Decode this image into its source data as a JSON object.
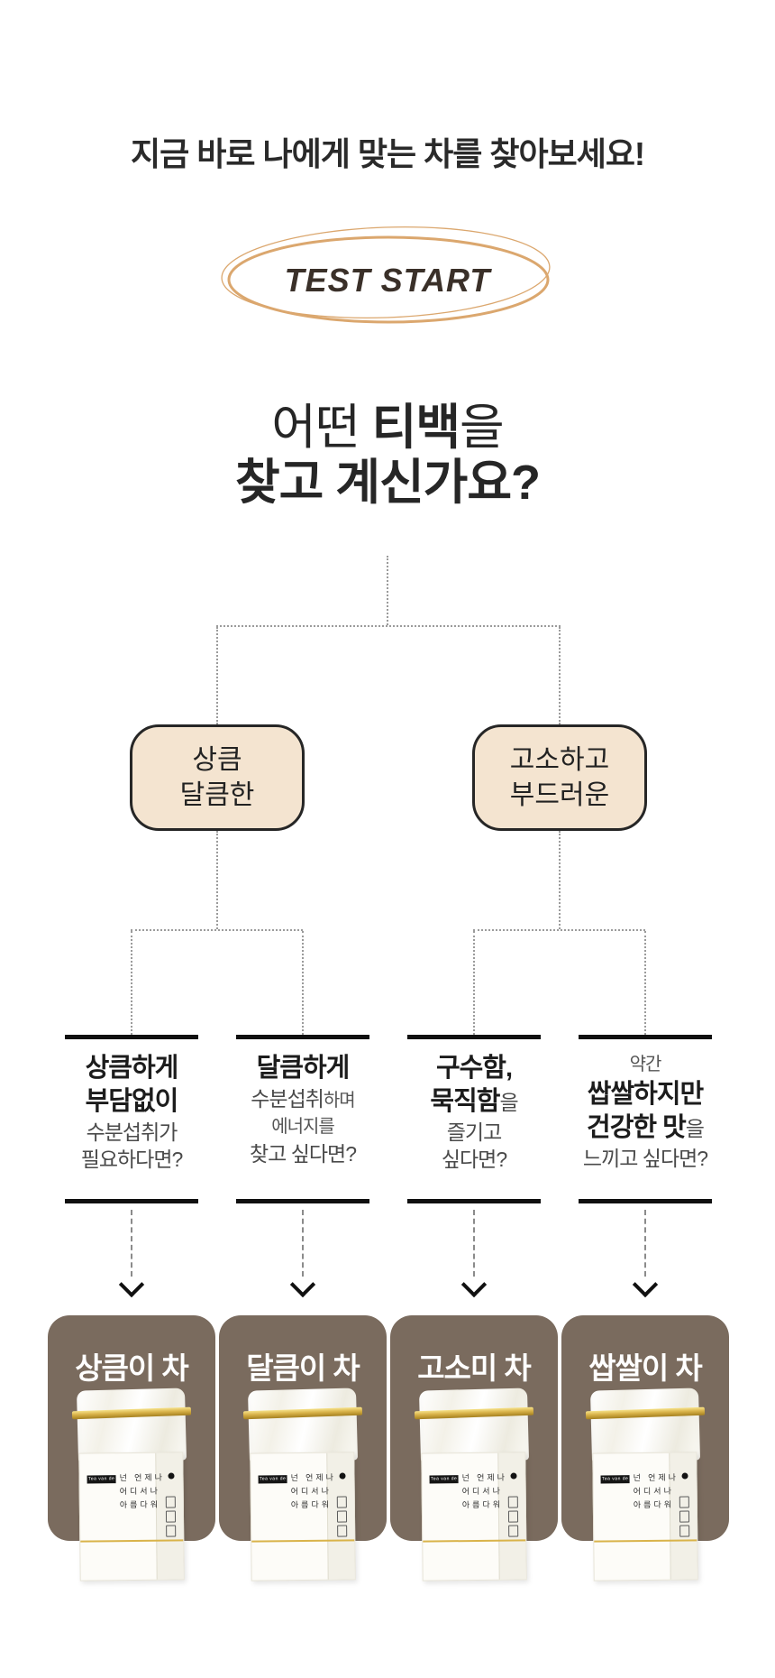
{
  "header": {
    "title": "지금 바로 나에게 맞는 차를 찾아보세요!",
    "start_button_label": "TEST START"
  },
  "question": {
    "line1": [
      {
        "text": "어떤 ",
        "bold": false
      },
      {
        "text": "티백",
        "bold": true
      },
      {
        "text": "을",
        "bold": false
      }
    ],
    "line2": "찾고 계신가요?"
  },
  "branches": [
    {
      "lines": [
        "상큼",
        "달큼한"
      ]
    },
    {
      "lines": [
        "고소하고",
        "부드러운"
      ]
    }
  ],
  "leaves": [
    {
      "lines": [
        [
          {
            "t": "상큼하게",
            "s": "em"
          }
        ],
        [
          {
            "t": "부담없이",
            "s": "em"
          }
        ],
        [
          {
            "t": "수분섭취가",
            "s": "sub"
          }
        ],
        [
          {
            "t": "필요하다면?",
            "s": "sub"
          }
        ]
      ]
    },
    {
      "lines": [
        [
          {
            "t": "달큼하게",
            "s": "em"
          }
        ],
        [
          {
            "t": "수분섭취",
            "s": "sub"
          },
          {
            "t": "하며",
            "s": "small"
          }
        ],
        [
          {
            "t": "에너지를",
            "s": "small"
          }
        ],
        [
          {
            "t": "찾고 싶다면?",
            "s": "sub"
          }
        ]
      ]
    },
    {
      "lines": [
        [
          {
            "t": "구수함,",
            "s": "em"
          }
        ],
        [
          {
            "t": "묵직함",
            "s": "em"
          },
          {
            "t": "을",
            "s": "sub"
          }
        ],
        [
          {
            "t": "즐기고",
            "s": "sub"
          }
        ],
        [
          {
            "t": "싶다면?",
            "s": "sub"
          }
        ]
      ]
    },
    {
      "lines": [
        [
          {
            "t": "약간",
            "s": "small"
          }
        ],
        [
          {
            "t": "쌉쌀하지만",
            "s": "em"
          }
        ],
        [
          {
            "t": "건강한 맛",
            "s": "em"
          },
          {
            "t": "을",
            "s": "sub"
          }
        ],
        [
          {
            "t": "느끼고 싶다면?",
            "s": "sub"
          }
        ]
      ]
    }
  ],
  "products": [
    {
      "name": "상큼이 차"
    },
    {
      "name": "달큼이 차"
    },
    {
      "name": "고소미 차"
    },
    {
      "name": "쌉쌀이 차"
    }
  ],
  "package": {
    "brand_label": "Tea van de",
    "tagline_lines": [
      "넌 언제나",
      "어디서나",
      "아름다워"
    ]
  },
  "colors": {
    "accent_tan": "#dba76e",
    "branch_box_bg": "#f4e4d0",
    "card_brown": "#7a6b5e",
    "gold": "#d9b34a",
    "dotted_line": "#9b9b9b",
    "text_dark": "#242424",
    "text_gray": "#4a4a4a"
  }
}
